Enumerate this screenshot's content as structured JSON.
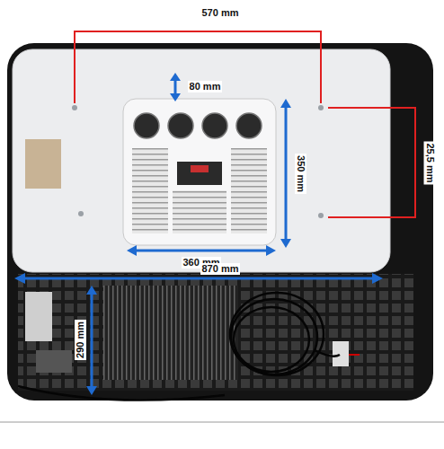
{
  "diagram": {
    "labels": [
      "570 mm",
      "80 mm",
      "350 mm",
      "25,5 mm",
      "360 mm",
      "870 mm",
      "290 mm"
    ]
  }
}
